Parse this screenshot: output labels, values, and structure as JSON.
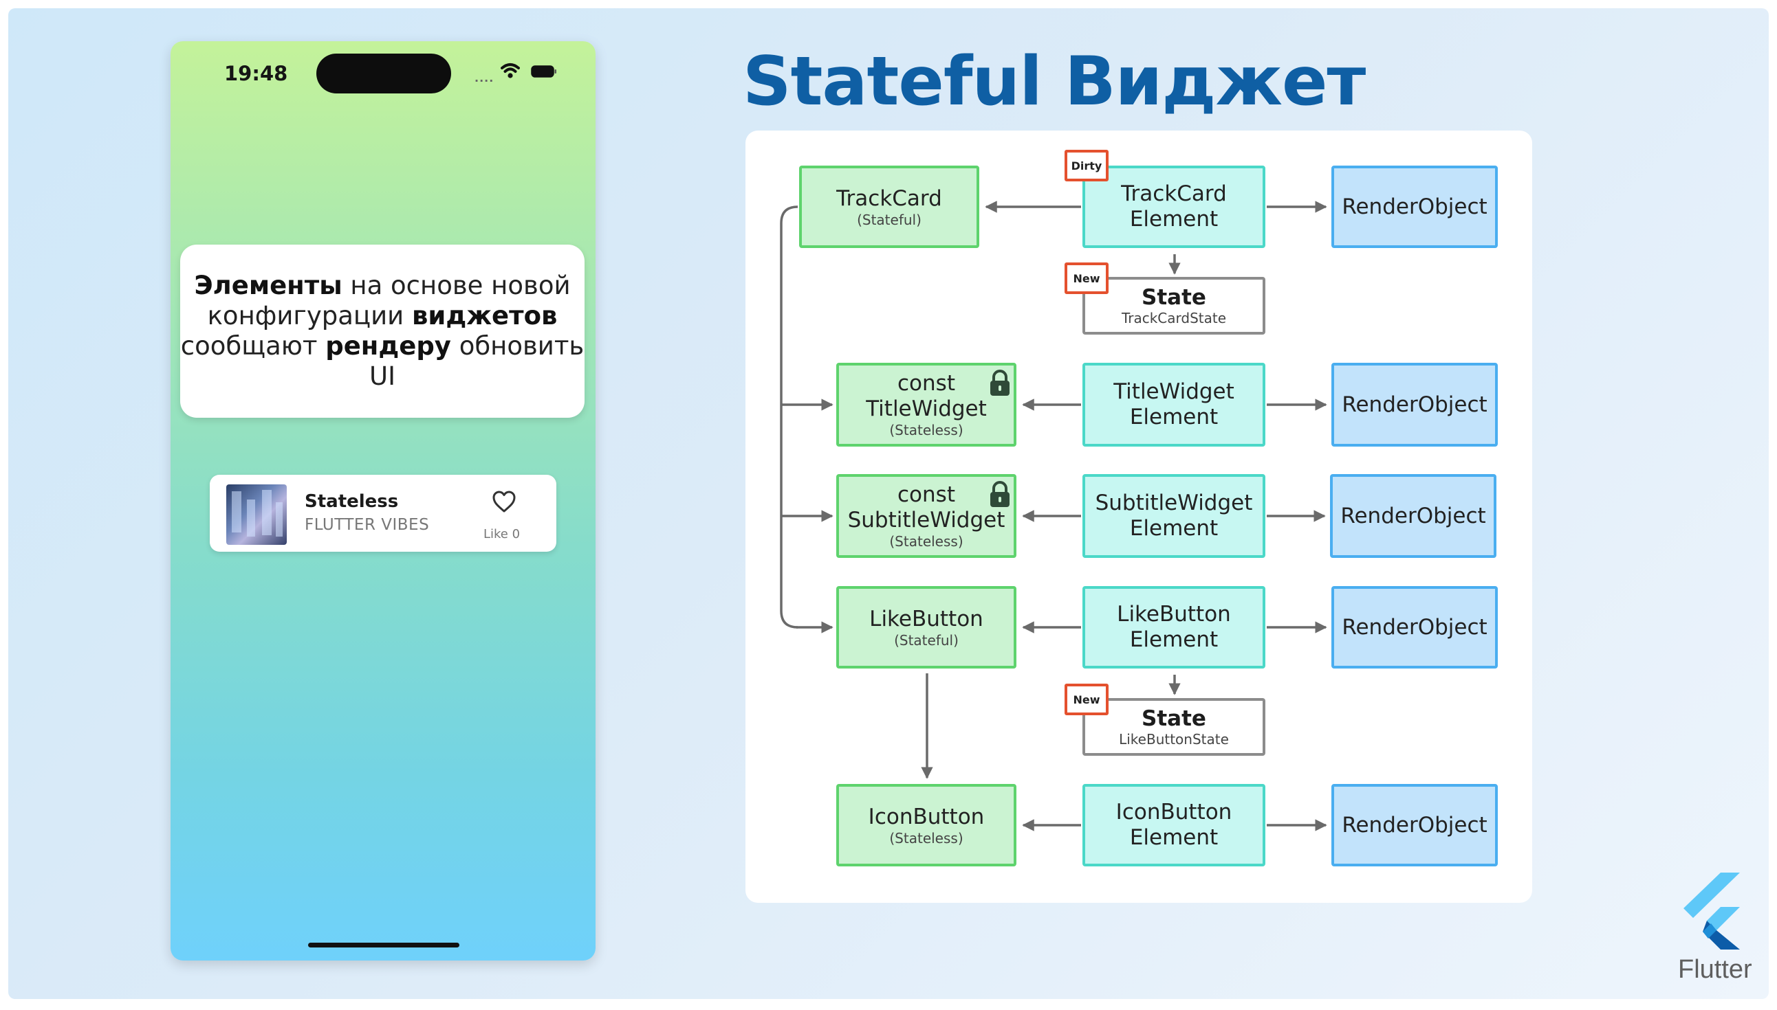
{
  "slide": {
    "title": "Stateful Виджет"
  },
  "phone": {
    "status_time": "19:48",
    "signal_dots": "....",
    "card_text": [
      {
        "text": "Элементы",
        "bold": true
      },
      {
        "text": " на основе новой конфигурации ",
        "bold": false
      },
      {
        "text": "виджетов",
        "bold": true
      },
      {
        "text": " сообщают ",
        "bold": false
      },
      {
        "text": "рендеру",
        "bold": true
      },
      {
        "text": " обновить UI",
        "bold": false
      }
    ],
    "track": {
      "title": "Stateless",
      "subtitle": "FLUTTER VIBES",
      "like_label": "Like 0"
    }
  },
  "diagram": {
    "trackcard_widget": {
      "name": "TrackCard",
      "kind": "(Stateful)"
    },
    "trackcard_element": {
      "line1": "TrackCard",
      "line2": "Element"
    },
    "trackcard_state": {
      "title": "State",
      "name": "TrackCardState"
    },
    "title_widget": {
      "line1": "const",
      "line2": "TitleWidget",
      "kind": "(Stateless)"
    },
    "title_element": {
      "line1": "TitleWidget",
      "line2": "Element"
    },
    "subtitle_widget": {
      "line1": "const",
      "line2": "SubtitleWidget",
      "kind": "(Stateless)"
    },
    "subtitle_element": {
      "line1": "SubtitleWidget",
      "line2": "Element"
    },
    "like_widget": {
      "name": "LikeButton",
      "kind": "(Stateful)"
    },
    "like_element": {
      "line1": "LikeButton",
      "line2": "Element"
    },
    "like_state": {
      "title": "State",
      "name": "LikeButtonState"
    },
    "icon_widget": {
      "name": "IconButton",
      "kind": "(Stateless)"
    },
    "icon_element": {
      "line1": "IconButton",
      "line2": "Element"
    },
    "render_object": "RenderObject",
    "tag_dirty": "Dirty",
    "tag_new": "New"
  },
  "branding": {
    "name": "Flutter"
  },
  "colors": {
    "title": "#0f5fa4",
    "widget_fill": "#cbf3d2",
    "widget_border": "#5ed36d",
    "element_fill": "#c7f7f2",
    "element_border": "#4bd8c8",
    "render_fill": "#c2e3fb",
    "render_border": "#4aaef0",
    "tag_border": "#e4512e",
    "arrow": "#6a6a6a"
  }
}
